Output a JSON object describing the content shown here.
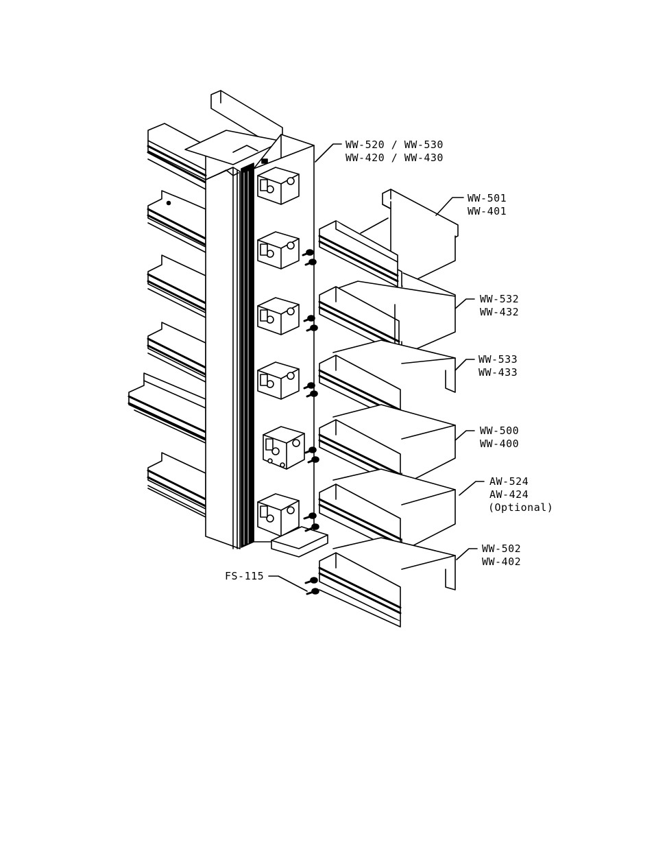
{
  "diagram": {
    "labels": {
      "mullion_l1": "WW-520 / WW-530",
      "mullion_l2": "WW-420 / WW-430",
      "top_l1": "WW-501",
      "top_l2": "WW-401",
      "p532_l1": "WW-532",
      "p532_l2": "WW-432",
      "p533_l1": "WW-533",
      "p533_l2": "WW-433",
      "p500_l1": "WW-500",
      "p500_l2": "WW-400",
      "aw_l1": "AW-524",
      "aw_l2": "AW-424",
      "aw_l3": "(Optional)",
      "sill_l1": "WW-502",
      "sill_l2": "WW-402",
      "screw": "FS-115"
    }
  }
}
